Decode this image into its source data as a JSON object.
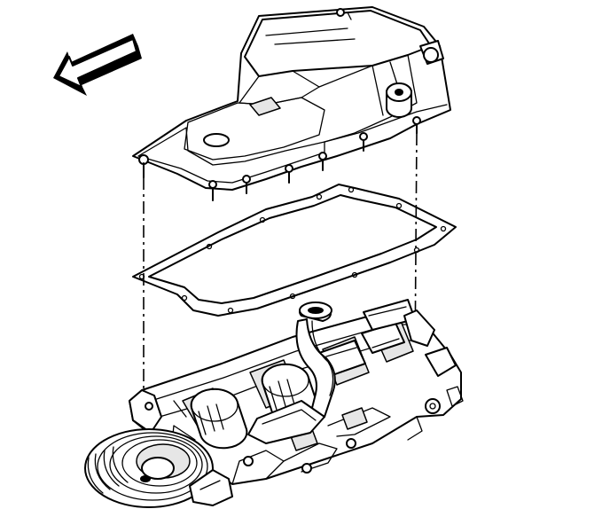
{
  "diagram": {
    "kind": "exploded-assembly-line-drawing",
    "components": [
      {
        "id": "oil-pan",
        "icon": "oil-pan-icon"
      },
      {
        "id": "oil-pan-gasket",
        "icon": "gasket-icon"
      },
      {
        "id": "engine-block-lower",
        "icon": "engine-block-icon"
      },
      {
        "id": "oil-pickup-tube",
        "icon": "pickup-tube-icon"
      },
      {
        "id": "crankshaft-pulley",
        "icon": "pulley-icon"
      }
    ],
    "direction_indicator": {
      "icon": "front-arrow-icon",
      "meaning": "front of engine"
    },
    "alignment_guides": 2,
    "colors": {
      "line": "#000000",
      "background": "#ffffff",
      "shade": "#e6e6e6"
    }
  }
}
